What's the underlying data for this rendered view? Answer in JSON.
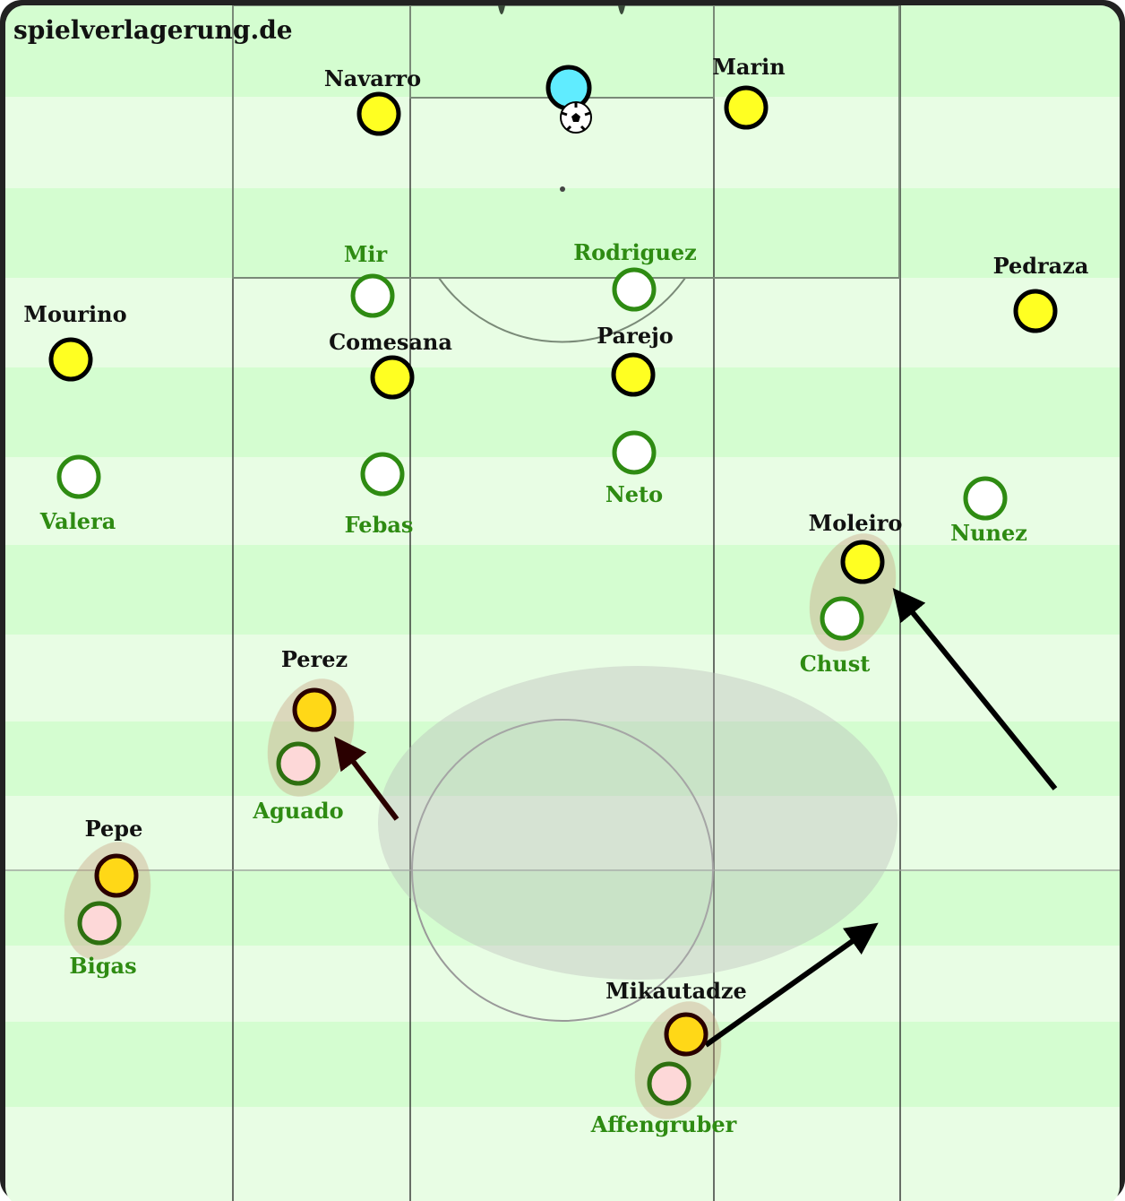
{
  "brand": "spielverlagerung.de",
  "colors": {
    "pitch_dark": "#d4fdd0",
    "pitch_light": "#e8fde4",
    "team_a_fill": "#ffff22",
    "team_b_stroke": "#2e8b12",
    "goalkeeper_fill": "#60ecff",
    "highlight_player": "#ffd817",
    "highlight_opponent": "#fdd8d8"
  },
  "team_a": {
    "navarro": "Navarro",
    "marin": "Marin",
    "pedraza": "Pedraza",
    "mourino": "Mourino",
    "comesana": "Comesana",
    "parejo": "Parejo",
    "moleiro": "Moleiro",
    "perez": "Perez",
    "pepe": "Pepe",
    "mikautadze": "Mikautadze"
  },
  "team_b": {
    "mir": "Mir",
    "rodriguez": "Rodriguez",
    "valera": "Valera",
    "febas": "Febas",
    "neto": "Neto",
    "nunez": "Nunez",
    "chust": "Chust",
    "aguado": "Aguado",
    "bigas": "Bigas",
    "affengruber": "Affengruber"
  },
  "icons": [
    "ball-icon",
    "arrow-icon"
  ]
}
